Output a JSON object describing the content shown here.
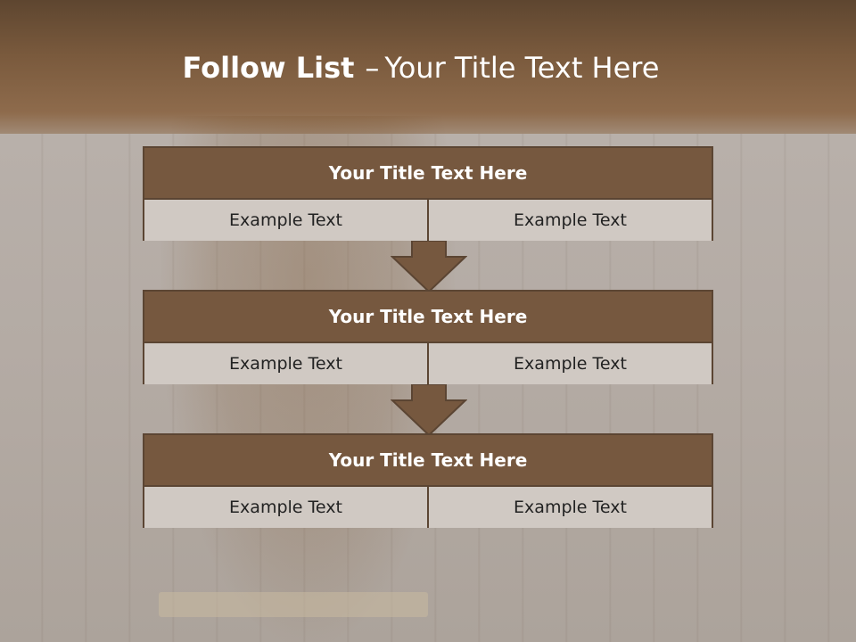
{
  "slide": {
    "title_bold": "Follow List",
    "title_separator": "–",
    "title_rest": "Your Title Text Here"
  },
  "blocks": [
    {
      "header": "Your Title Text Here",
      "left": "Example Text",
      "right": "Example Text"
    },
    {
      "header": "Your Title Text Here",
      "left": "Example Text",
      "right": "Example Text"
    },
    {
      "header": "Your Title Text Here",
      "left": "Example Text",
      "right": "Example Text"
    }
  ],
  "colors": {
    "header_fill": "#76583f",
    "cell_fill": "#d0c9c3",
    "border": "#5b4533",
    "arrow_fill": "#76583f"
  }
}
